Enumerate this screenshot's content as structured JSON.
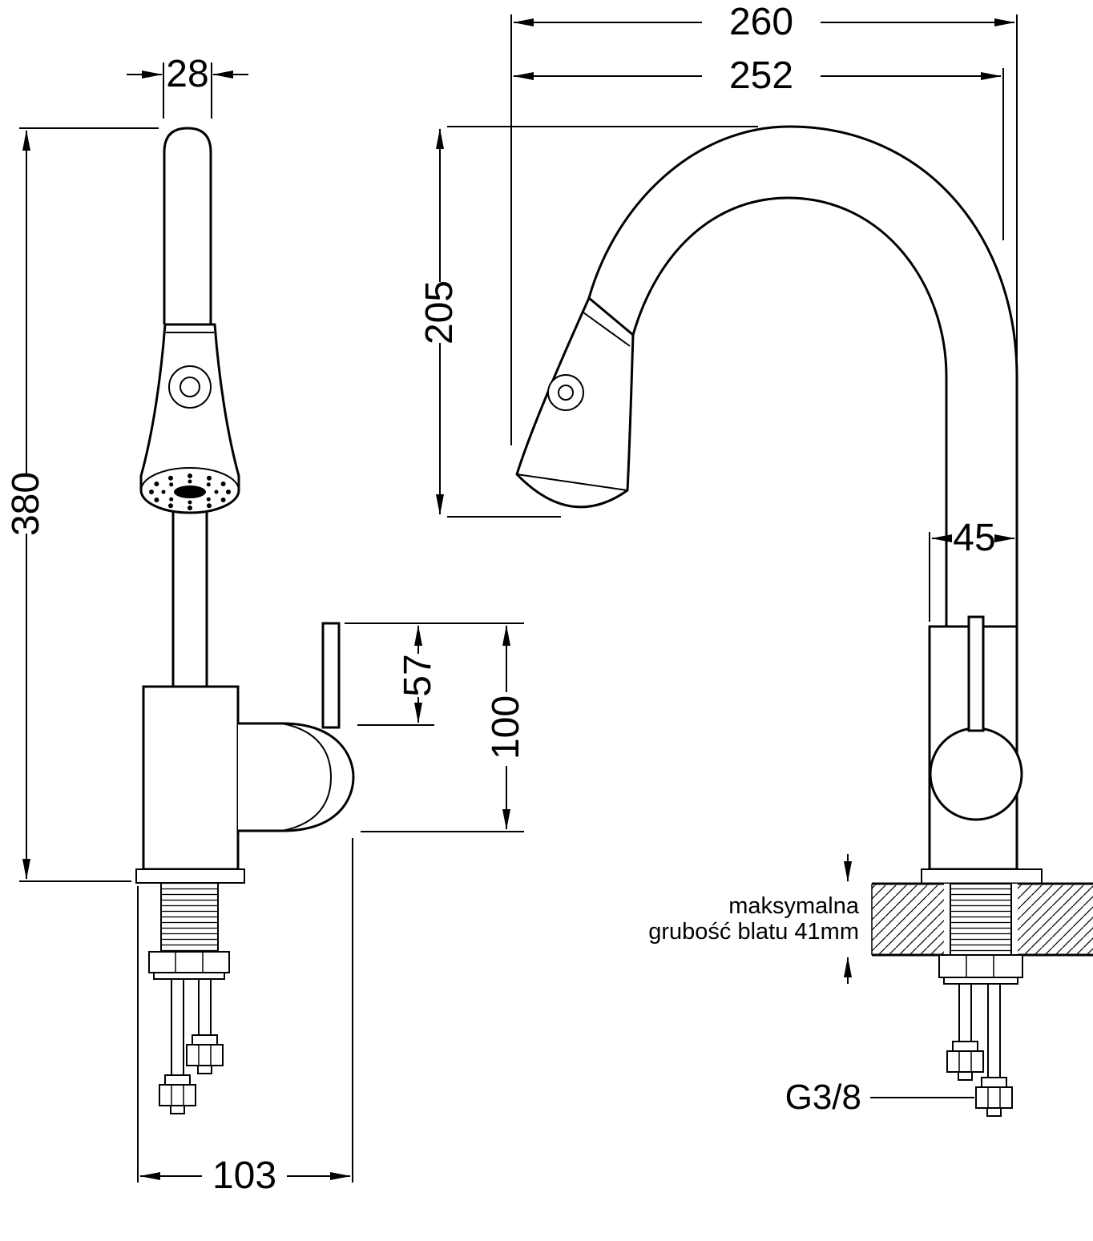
{
  "diagram": {
    "dimension_labels": {
      "spout_pipe_width": "28",
      "total_height": "380",
      "lever_height": "57",
      "handle_height": "100",
      "base_width": "103",
      "overall_width": "260",
      "spout_reach": "252",
      "spout_height": "205",
      "body_width": "45"
    },
    "annotations": {
      "thread_size": "G3/8",
      "note_line1": "maksymalna",
      "note_line2": "grubość blatu 41mm"
    },
    "colors": {
      "line": "#000000",
      "background": "#ffffff"
    }
  }
}
